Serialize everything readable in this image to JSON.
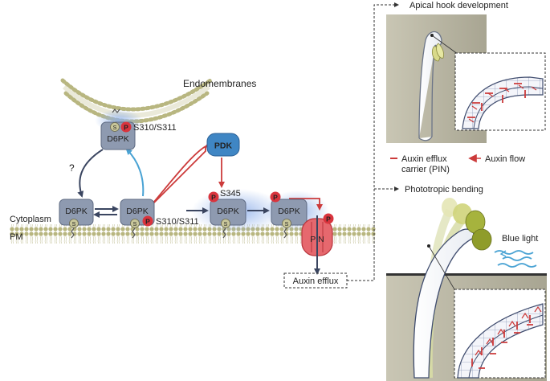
{
  "labels": {
    "endomembranes": "Endomembranes",
    "cytoplasm": "Cytoplasm",
    "pm": "PM",
    "question": "?",
    "auxin_efflux": "Auxin efflux",
    "apical_hook": "Apical hook development",
    "phototropic": "Phototropic bending",
    "blue_light": "Blue light",
    "legend_carrier_1": "Auxin efflux",
    "legend_carrier_2": "carrier (PIN)",
    "legend_flow": "Auxin flow"
  },
  "proteins": {
    "d6pk": "D6PK",
    "pdk": "PDK",
    "pin": "PIN",
    "phospho": "P",
    "serine": "S",
    "site_s310_s311": "S310/S311",
    "site_s345": "S345"
  },
  "colors": {
    "d6pk_fill": "#8e9ab0",
    "pdk_fill": "#3f86c4",
    "phospho_fill": "#d9343d",
    "membrane_head": "#b8b680",
    "arrow_dark": "#3a4560",
    "arrow_blue": "#4aa3d4",
    "arrow_red": "#cc3b3b",
    "glow": "#9bb8e8",
    "seedling_green": "#b5bf4a",
    "soil": "#b0ad9a"
  }
}
